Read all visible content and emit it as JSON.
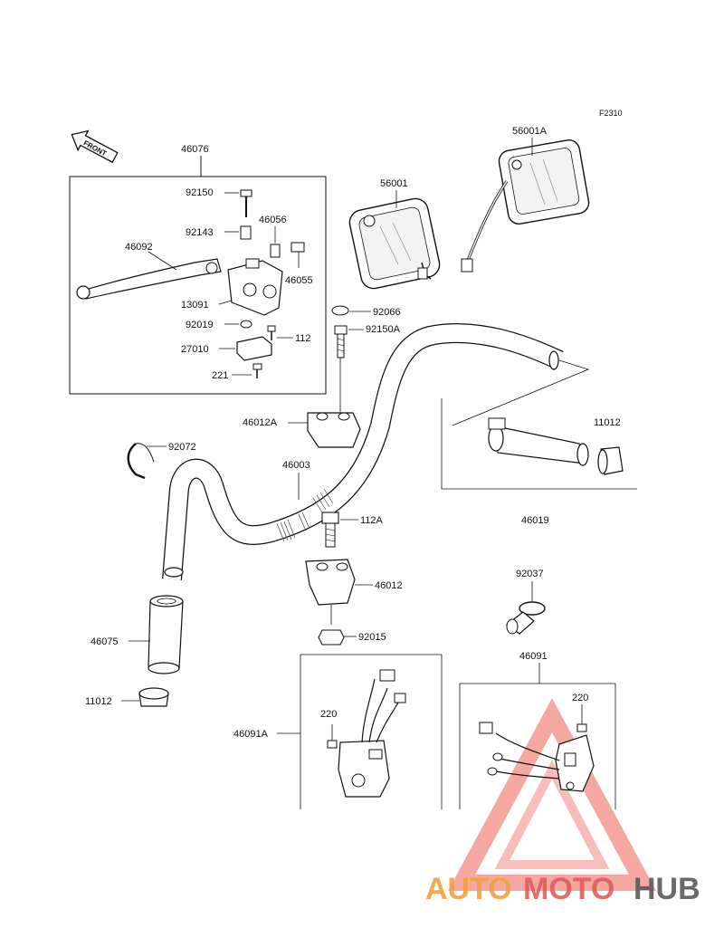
{
  "figure_id": "F2310",
  "front_label": "FRONT",
  "parts": {
    "p46076": "46076",
    "p92150": "92150",
    "p92143": "92143",
    "p46056": "46056",
    "p46092": "46092",
    "p46055": "46055",
    "p13091": "13091",
    "p92019": "92019",
    "p112": "112",
    "p27010": "27010",
    "p221": "221",
    "p56001": "56001",
    "p56001A": "56001A",
    "p92066": "92066",
    "p92150A": "92150A",
    "p46012A": "46012A",
    "p92072": "92072",
    "p46003": "46003",
    "p11012_r": "11012",
    "p46019": "46019",
    "p112A": "112A",
    "p46012": "46012",
    "p92037": "92037",
    "p46075": "46075",
    "p92015": "92015",
    "p46091": "46091",
    "p11012_l": "11012",
    "p220_l": "220",
    "p220_r": "220",
    "p46091A": "46091A"
  },
  "watermark": {
    "part1": "AUTO",
    "part2": "MOTO",
    "part3": "HUB"
  },
  "colors": {
    "line": "#111111",
    "wm_orange": "#f4a03a",
    "wm_red": "#e45b5b",
    "wm_gray": "#5a5a5a"
  }
}
